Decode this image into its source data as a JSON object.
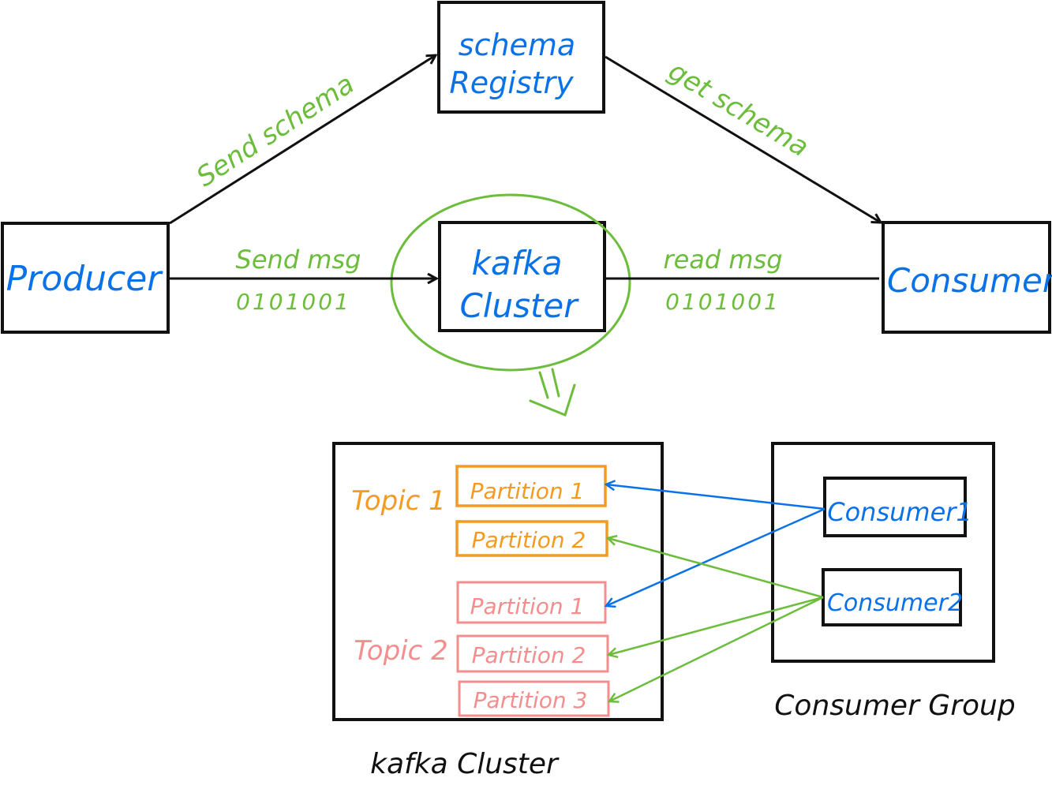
{
  "nodes": {
    "schema_registry": {
      "line1": "schema",
      "line2": "Registry"
    },
    "producer": {
      "label": "Producer"
    },
    "kafka_cluster": {
      "line1": "kafka",
      "line2": "Cluster"
    },
    "consumer": {
      "label": "Consumer"
    }
  },
  "edges": {
    "send_schema": "Send schema",
    "get_schema": "get schema",
    "send_msg": "Send msg",
    "send_bits": "0101001",
    "read_msg": "read msg",
    "read_bits": "0101001"
  },
  "detail": {
    "cluster_caption": "kafka Cluster",
    "topic1": {
      "label": "Topic 1",
      "partitions": [
        "Partition 1",
        "Partition 2"
      ]
    },
    "topic2": {
      "label": "Topic 2",
      "partitions": [
        "Partition 1",
        "Partition 2",
        "Partition 3"
      ]
    },
    "consumer_group": {
      "caption": "Consumer Group",
      "members": [
        "Consumer1",
        "Consumer2"
      ]
    }
  },
  "colors": {
    "node_text": "#0a72e8",
    "edge_label": "#6cbd3c",
    "topic1": "#f39a22",
    "topic2": "#f48e8e",
    "consumer1_link": "#0a72e8",
    "consumer2_link": "#6cbd3c",
    "outline": "#111111"
  }
}
